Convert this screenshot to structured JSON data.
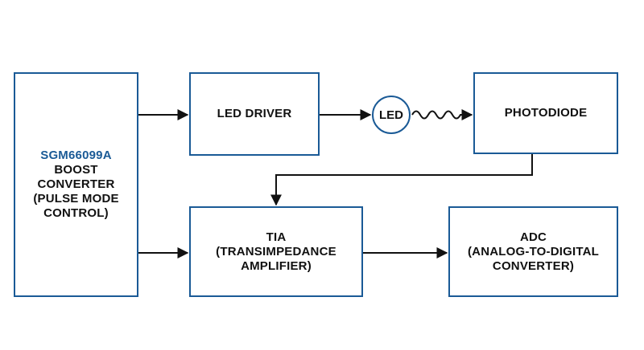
{
  "colors": {
    "border": "#1a5a96",
    "accent": "#1a5a96",
    "wire": "#111111",
    "text": "#111111"
  },
  "blocks": {
    "boost": {
      "part_number": "SGM66099A",
      "lines": [
        "BOOST",
        "CONVERTER",
        "(PULSE MODE",
        "CONTROL)"
      ]
    },
    "led_driver": {
      "label": "LED DRIVER"
    },
    "led": {
      "label": "LED"
    },
    "photodiode": {
      "label": "PHOTODIODE"
    },
    "tia": {
      "lines": [
        "TIA",
        "(TRANSIMPEDANCE",
        "AMPLIFIER)"
      ]
    },
    "adc": {
      "lines": [
        "ADC",
        "(ANALOG-TO-DIGITAL",
        "CONVERTER)"
      ]
    }
  },
  "connections": [
    {
      "from": "boost",
      "to": "led_driver"
    },
    {
      "from": "led_driver",
      "to": "led"
    },
    {
      "from": "led",
      "to": "photodiode",
      "style": "wavy"
    },
    {
      "from": "photodiode",
      "to": "tia"
    },
    {
      "from": "boost",
      "to": "tia"
    },
    {
      "from": "tia",
      "to": "adc"
    }
  ]
}
